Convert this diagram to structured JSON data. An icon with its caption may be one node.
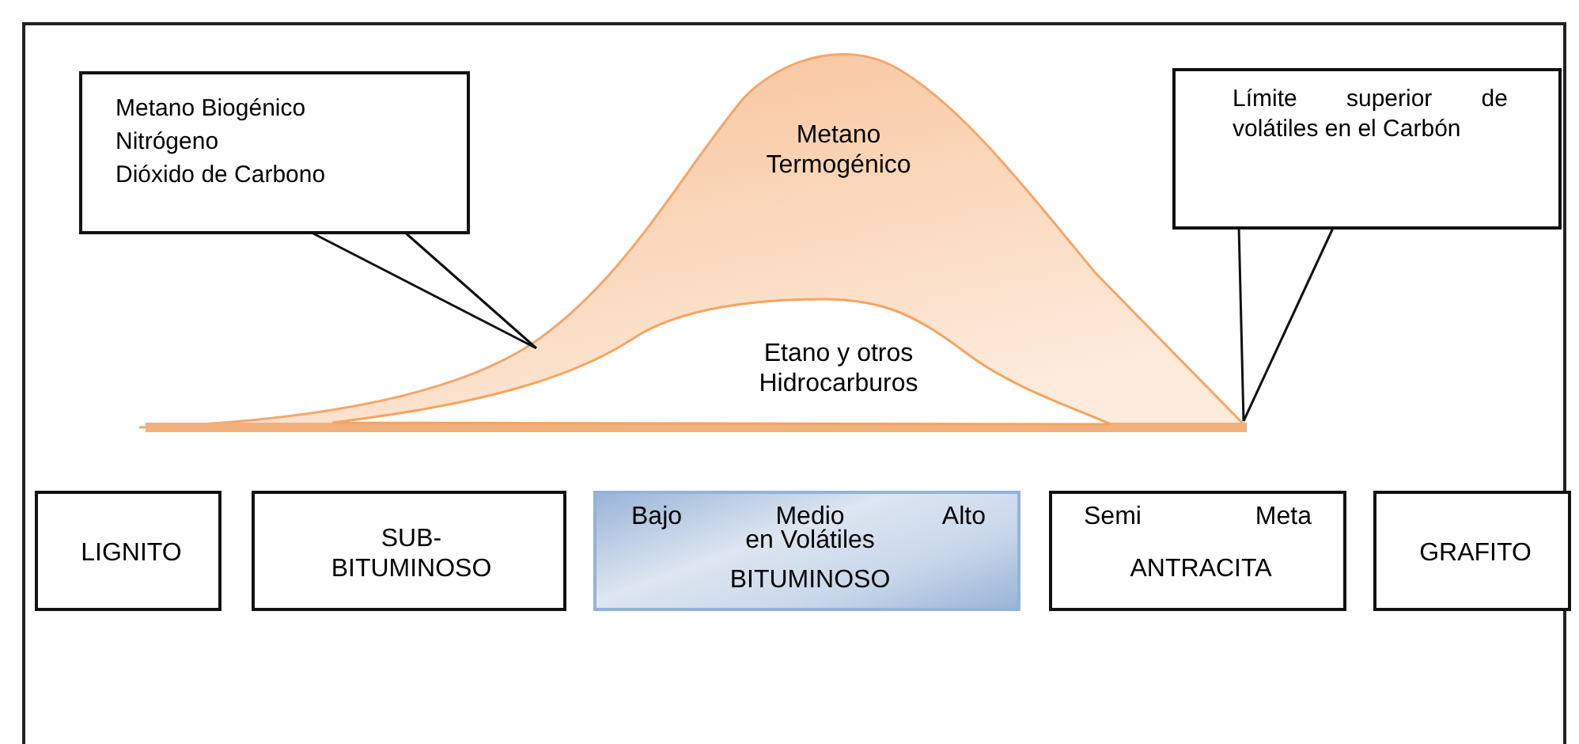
{
  "diagram": {
    "nodes": [
      {
        "text": [
          "Metano Biogénico",
          "Nitrógeno",
          "Dióxido de Carbono"
        ]
      },
      {
        "text": [
          "Metano Termogénico"
        ]
      },
      {
        "text": [
          "Etano y otros Hidrocarburos"
        ],
        "in": 1
      },
      {
        "text": [
          "Límite superior de volátiles en el Carbón"
        ]
      },
      {
        "text": [
          "LIGNITO"
        ]
      },
      {
        "text": [
          "SUB- BITUMINOSO"
        ]
      },
      {
        "text": [
          "Bajo",
          "Medio",
          "Alto",
          "en Volátiles",
          "BITUMINOSO"
        ]
      },
      {
        "text": [
          "Semi",
          "Meta",
          "ANTRACITA"
        ]
      },
      {
        "text": [
          "GRAFITO"
        ]
      }
    ],
    "edges": [
      {
        "from": 0,
        "to": 1,
        "arrow": "none"
      },
      {
        "from": 3,
        "to": 1,
        "arrow": "none"
      }
    ]
  }
}
